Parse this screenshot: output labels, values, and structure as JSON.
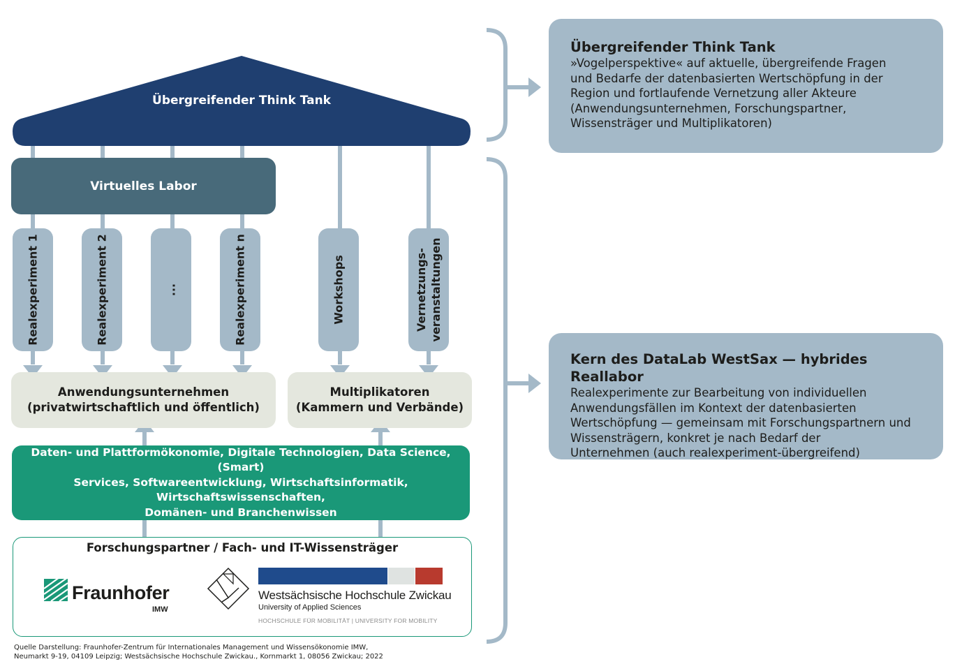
{
  "think_tank": {
    "label": "Übergreifender Think Tank"
  },
  "virtual_lab": {
    "label": "Virtuelles Labor"
  },
  "pills": [
    {
      "label": "Realexperiment 1"
    },
    {
      "label": "Realexperiment 2"
    },
    {
      "label": "..."
    },
    {
      "label": "Realexperiment n"
    },
    {
      "label": "Workshops"
    },
    {
      "line1": "Vernetzungs-",
      "line2": "veranstaltungen"
    }
  ],
  "companies": {
    "line1": "Anwendungsunternehmen",
    "line2": "(privatwirtschaftlich und öffentlich)"
  },
  "multipliers": {
    "line1": "Multiplikatoren",
    "line2": "(Kammern und Verbände)"
  },
  "knowledge": {
    "line1": "Daten- und Plattformökonomie, Digitale Technologien, Data Science, (Smart)",
    "line2": "Services, Softwareentwicklung, Wirtschaftsinformatik, Wirtschaftswissenschaften,",
    "line3": "Domänen- und Branchenwissen"
  },
  "partners": {
    "title": "Forschungspartner / Fach- und IT-Wissensträger",
    "fraunhofer": "Fraunhofer",
    "fraunhofer_unit": "IMW",
    "whz_name": "Westsächsische Hochschule Zwickau",
    "whz_sub": "University of Applied Sciences",
    "whz_tagline": "HOCHSCHULE FÜR MOBILITÄT | UNIVERSITY FOR MOBILITY"
  },
  "right_top": {
    "title": "Übergreifender Think Tank",
    "lines": [
      "»Vogelperspektive« auf aktuelle, übergreifende Fragen",
      "und Bedarfe der datenbasierten Wertschöpfung in der",
      "Region und fortlaufende Vernetzung aller Akteure",
      "(Anwendungsunternehmen, Forschungspartner,",
      "Wissensträger und Multiplikatoren)"
    ]
  },
  "right_bottom": {
    "title": "Kern des DataLab WestSax — hybrides Reallabor",
    "lines": [
      "Realexperimente zur Bearbeitung von individuellen",
      "Anwendungsfällen im Kontext der datenbasierten",
      "Wertschöpfung — gemeinsam mit Forschungspartnern und",
      "Wissensträgern, konkret je nach Bedarf der",
      "Unternehmen (auch realexperiment-übergreifend)"
    ]
  },
  "source": {
    "line1": "Quelle Darstellung: Fraunhofer-Zentrum für Internationales Management und Wissensökonomie IMW,",
    "line2": "Neumarkt 9-19, 04109 Leipzig; Westsächsische Hochschule Zwickau., Kornmarkt 1, 08056 Zwickau; 2022"
  },
  "colors": {
    "navy": "#1f3f70",
    "slate": "#486a7a",
    "pill": "#a4b9c8",
    "light_grey": "#e4e7de",
    "green": "#1a9878",
    "whz_blue": "#1f4b8c",
    "whz_red": "#b83a2e"
  }
}
